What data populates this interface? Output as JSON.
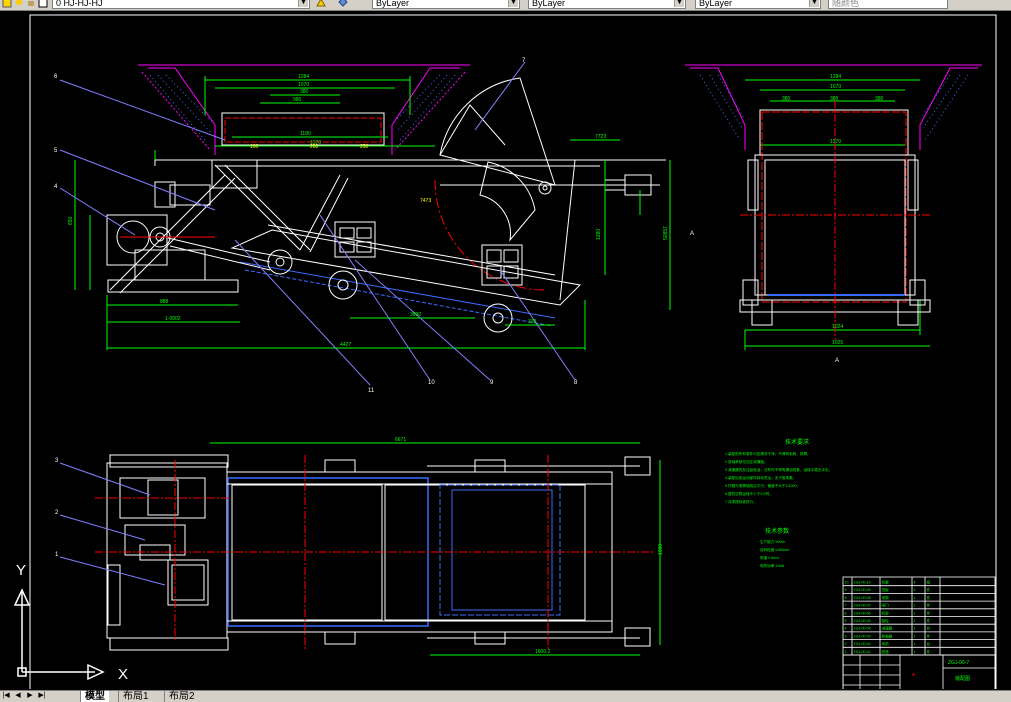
{
  "toolbar": {
    "style_box": "0 HJ-HJ-HJ",
    "layer_box": "ByLayer",
    "linetype_box": "ByLayer",
    "lineweight_box": "ByLayer",
    "plotstyle_box": "随颜色"
  },
  "layout_tabs": {
    "model": "模型",
    "layout1": "布局1",
    "layout2": "布局2"
  },
  "ucs": {
    "x_label": "X",
    "y_label": "Y"
  },
  "colors": {
    "canvas": "#000000",
    "lines": "#ffffff",
    "dimension": "#00ff00",
    "center": "#ff0000",
    "hidden": "#3a6bff",
    "ground": "#ff00ff",
    "text": "#ffff00",
    "leader": "#8080ff"
  },
  "notes": {
    "title": "技术要求",
    "lines": [
      "1.装配前所有零件均应清洗干净，不得有毛刺、铁屑。",
      "2.各轴承部位加注润滑脂。",
      "3.减速器内加注齿轮油，试车时不得有漏油现象，运转平稳无冲击。",
      "4.装配后各运动部件转动灵活，无卡阻现象。",
      "5.托辊与滚筒轴线应平行，偏差不大于1/1000。",
      "6.整机空载运转不少于2小时。",
      "7.涂漆按标准执行。"
    ]
  },
  "params": {
    "title": "技术参数",
    "lines": [
      "生产能力 500t/h",
      "给料粒度 ≤350mm",
      "带速 0.5m/s",
      "电机功率 11kW"
    ]
  },
  "title_block": {
    "drawing_name": "装配图",
    "drawing_no": "ZGJ-00-7",
    "bom_rows": [
      [
        "10",
        "ZGJ-00-10",
        "托辊",
        "4",
        "组"
      ],
      [
        "9",
        "ZGJ-00-09",
        "挡板",
        "2",
        "件"
      ],
      [
        "8",
        "ZGJ-00-08",
        "滚筒",
        "1",
        "件"
      ],
      [
        "7",
        "ZGJ-00-07",
        "闸门",
        "1",
        "件"
      ],
      [
        "6",
        "ZGJ-00-06",
        "机架",
        "1",
        "件"
      ],
      [
        "5",
        "ZGJ-00-05",
        "链轮",
        "1",
        "件"
      ],
      [
        "4",
        "ZGJ-00-04",
        "减速器",
        "1",
        "台"
      ],
      [
        "3",
        "ZGJ-00-03",
        "联轴器",
        "1",
        "件"
      ],
      [
        "2",
        "ZGJ-00-02",
        "电机",
        "1",
        "台"
      ],
      [
        "1",
        "ZGJ-00-01",
        "底座",
        "1",
        "件"
      ]
    ]
  }
}
